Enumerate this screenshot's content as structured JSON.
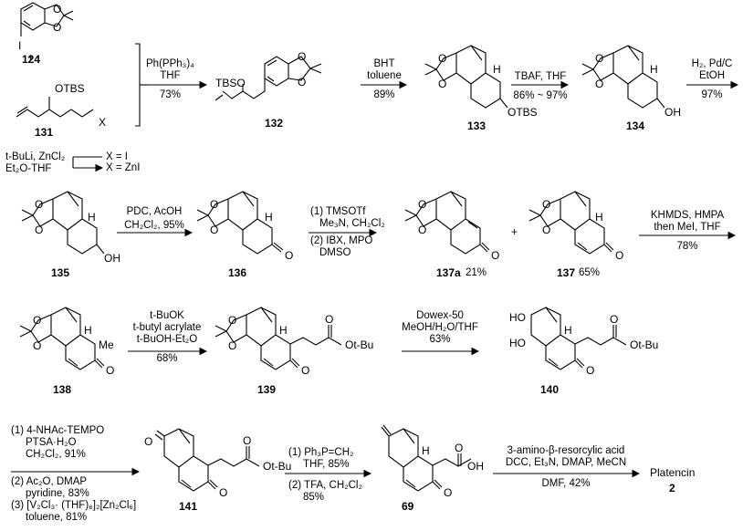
{
  "compounds": {
    "c124": "124",
    "c131": "131",
    "c132": "132",
    "c133": "133",
    "c134": "134",
    "c135": "135",
    "c136": "136",
    "c137a": "137a",
    "c137": "137",
    "c138": "138",
    "c139": "139",
    "c140": "140",
    "c141": "141",
    "c69": "69",
    "c2": "2"
  },
  "atoms": {
    "iodide": "I",
    "otbs": "OTBS",
    "x": "X",
    "tbso": "TBSO",
    "oh": "OH",
    "h": "H",
    "me": "Me",
    "o": "O",
    "ho": "HO",
    "otbu": "Ot-Bu",
    "plus": "+"
  },
  "reagents": {
    "step1": [
      "Ph(PPh₃)₄",
      "THF",
      "73%"
    ],
    "step2": [
      "BHT",
      "toluene",
      "89%"
    ],
    "step3": [
      "TBAF, THF",
      "86% ~ 97%"
    ],
    "step4": [
      "H₂, Pd/C",
      "EtOH",
      "97%"
    ],
    "zn_prep": [
      "t-BuLi, ZnCl₂",
      "Et₂O-THF"
    ],
    "zn_x1": "X = I",
    "zn_x2": "X = ZnI",
    "step5": [
      "PDC, AcOH",
      "CH₂Cl₂, 95%"
    ],
    "step6": [
      "(1) TMSOTf",
      "Me₃N, CH₂Cl₂",
      "(2) IBX, MPO",
      "DMSO"
    ],
    "y137a": "21%",
    "y137": "65%",
    "step7": [
      "KHMDS, HMPA",
      "then MeI, THF",
      "78%"
    ],
    "step8": [
      "t-BuOK",
      "t-butyl acrylate",
      "t-BuOH-Et₂O",
      "68%"
    ],
    "step9": [
      "Dowex-50",
      "MeOH/H₂O/THF",
      "63%"
    ],
    "step10a": [
      "(1) 4-NHAc-TEMPO",
      "PTSA·H₂O",
      "CH₂Cl₂, 91%"
    ],
    "step10b": [
      "(2) Ac₂O, DMAP",
      "pyridine, 83%",
      "(3) [V₂Cl₃· (THF)₆]₂[Zn₂Cl₆]",
      "toluene, 81%"
    ],
    "step11a": [
      "(1) Ph₃P=CH₂",
      "THF, 85%"
    ],
    "step11b": [
      "(2) TFA, CH₂Cl₂",
      "85%"
    ],
    "step12a": "3-amino-β-resorcylic acid",
    "step12b": "DCC, Et₃N, DMAP, MeCN",
    "step12c": "DMF, 42%",
    "product": "Platencin"
  }
}
